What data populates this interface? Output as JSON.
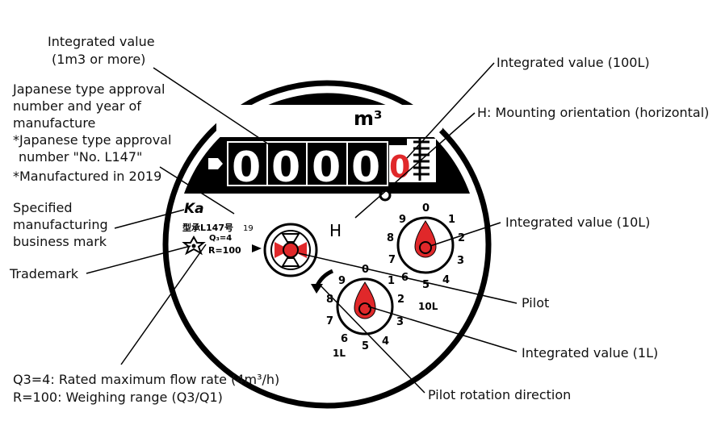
{
  "dial": {
    "unit": "m³",
    "digits": [
      "0",
      "0",
      "0",
      "0"
    ],
    "red_digit": "0",
    "dial_10l_label": "10L",
    "dial_1l_label": "1L",
    "orientation_letter": "H",
    "brand": "Ka",
    "approval_line": "型承L147号",
    "year": "19",
    "q3_line": "Q₃=4",
    "r_line": "R=100",
    "dial_numbers": [
      "0",
      "1",
      "2",
      "3",
      "4",
      "5",
      "6",
      "7",
      "8",
      "9"
    ]
  },
  "labels": {
    "integrated_1m3_line1": "Integrated value",
    "integrated_1m3_line2": "(1m3 or more)",
    "approval_1": "Japanese type approval",
    "approval_2": "number and year of",
    "approval_3": "manufacture",
    "approval_4": "*Japanese type approval",
    "approval_5": "number \"No. L147\"",
    "approval_6": "*Manufactured in 2019",
    "business_1": "Specified",
    "business_2": "manufacturing",
    "business_3": "business mark",
    "trademark": "Trademark",
    "q3_desc": "Q3=4: Rated maximum flow rate (4m³/h)",
    "r_desc": "R=100: Weighing range (Q3/Q1)",
    "integrated_100l": "Integrated value (100L)",
    "mounting": "H: Mounting orientation (horizontal)",
    "integrated_10l": "Integrated value (10L)",
    "pilot": "Pilot",
    "integrated_1l": "Integrated value (1L)",
    "pilot_rotation": "Pilot rotation direction"
  },
  "colors": {
    "accent_red": "#e0282a",
    "ink": "#000000"
  }
}
